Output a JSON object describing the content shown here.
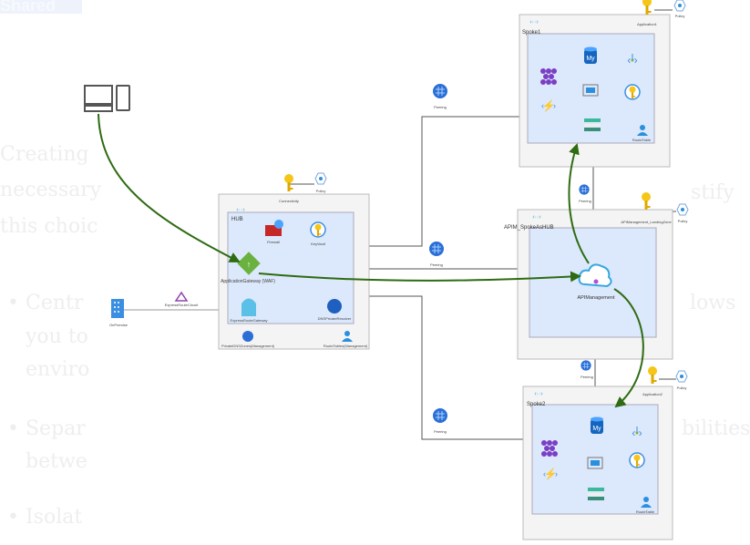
{
  "background_text": {
    "header": "Shared",
    "lines": [
      "Creating",
      "necessary",
      "this choic",
      "stify"
    ],
    "bullets": [
      {
        "l1": "Centr",
        "l1_end": "lows",
        "l2": "you to",
        "l3": "enviro"
      },
      {
        "l1": "Separ",
        "l1_end": "bilities",
        "l2": "betwe"
      },
      {
        "l1": "Isolat"
      }
    ]
  },
  "diagram": {
    "client_icon": "desktop-and-mobile-icon",
    "on_premise": "OnPremise",
    "express_route_circuit": "ExpressRouteCircuit",
    "hub": {
      "title": "HUB",
      "key": "Connectivity",
      "policy": "Policy",
      "firewall": "Firewall",
      "key_vault": "KeyVault",
      "app_gateway": "ApplicationGateway (WAF)",
      "er_gateway": "ExpressRouteGateway",
      "dns_resolver": "DNSPrivateResolver",
      "private_dns": "PrivateDNSZones(Management)",
      "route_tables": "RouteTables(Management)"
    },
    "spoke1": {
      "title": "Spoke1",
      "key": "Application1",
      "policy": "Policy",
      "route_table": "RouteTable"
    },
    "apim": {
      "title": "APIM_SpokeAsHUB",
      "key": "APIManagement_LandingZone",
      "policy": "Policy",
      "service": "APIManagement"
    },
    "spoke2": {
      "title": "Spoke2",
      "key": "Application2",
      "policy": "Policy",
      "route_table": "RouteTable"
    },
    "peering": "Peering",
    "colors": {
      "flow": "#2e6b12",
      "vnet": "#dce8fb",
      "box": "#f4f4f4",
      "key": "#f5c518"
    }
  }
}
